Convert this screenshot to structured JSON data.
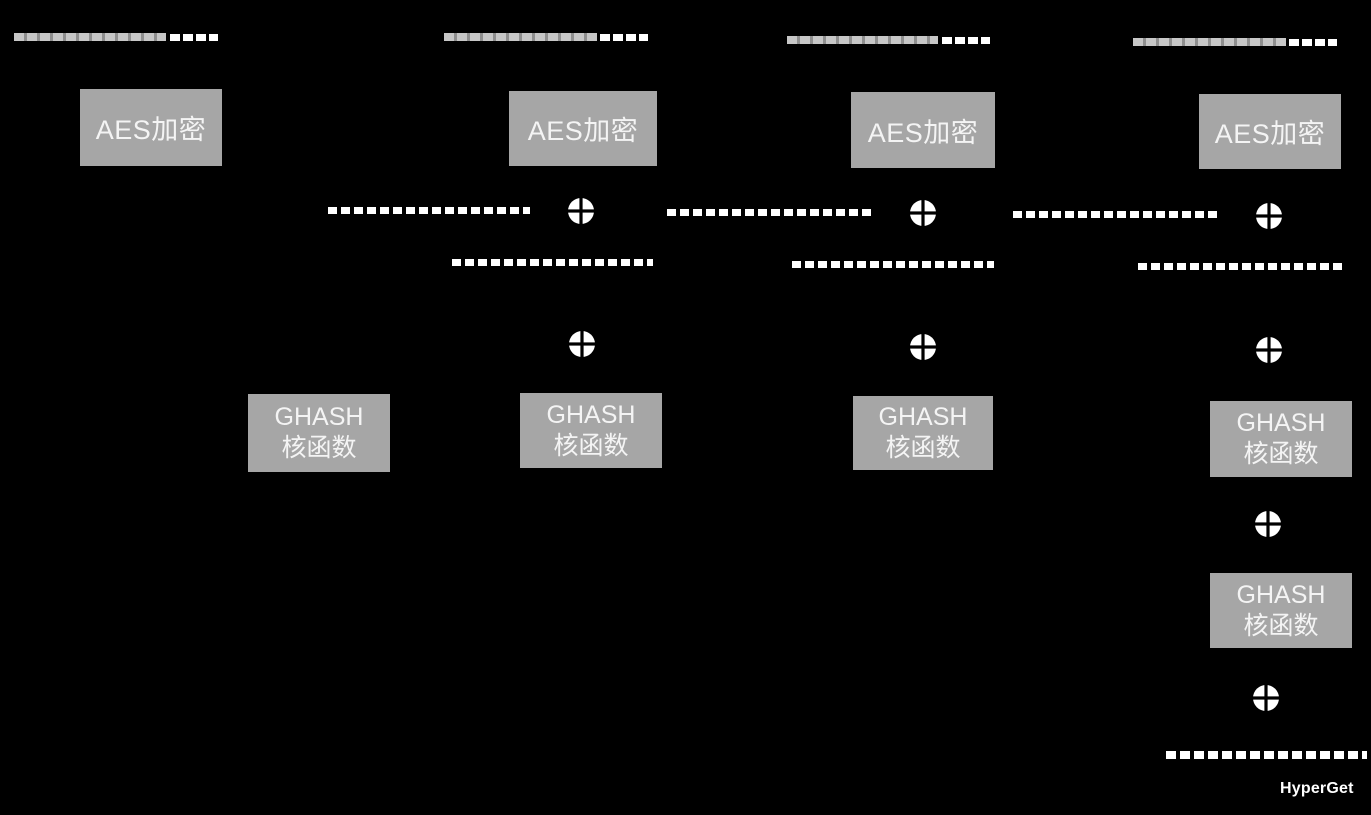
{
  "diagram": {
    "description": "AES-GCM encryption mode flow diagram, four counter columns on black background",
    "colors": {
      "background": "#000000",
      "box_fill": "#a6a6a6",
      "box_text": "#f4f4f4",
      "counter_dash_gray": "#c7c7c7",
      "counter_dash_separator": "#8f8f8f",
      "data_dash_white": "#ffffff",
      "xor_fill": "#ffffff",
      "xor_cross": "#000000"
    },
    "icons": {
      "xor": "⊕"
    },
    "columns": [
      {
        "aes_label": "AES加密",
        "ghash": {
          "line1": "GHASH",
          "line2": "核函数"
        }
      },
      {
        "aes_label": "AES加密",
        "ghash": {
          "line1": "GHASH",
          "line2": "核函数"
        }
      },
      {
        "aes_label": "AES加密",
        "ghash": {
          "line1": "GHASH",
          "line2": "核函数"
        }
      },
      {
        "aes_label": "AES加密",
        "ghash": {
          "line1": "GHASH",
          "line2": "核函数"
        },
        "ghash2": {
          "line1": "GHASH",
          "line2": "核函数"
        }
      }
    ],
    "watermark": "HyperGet"
  }
}
